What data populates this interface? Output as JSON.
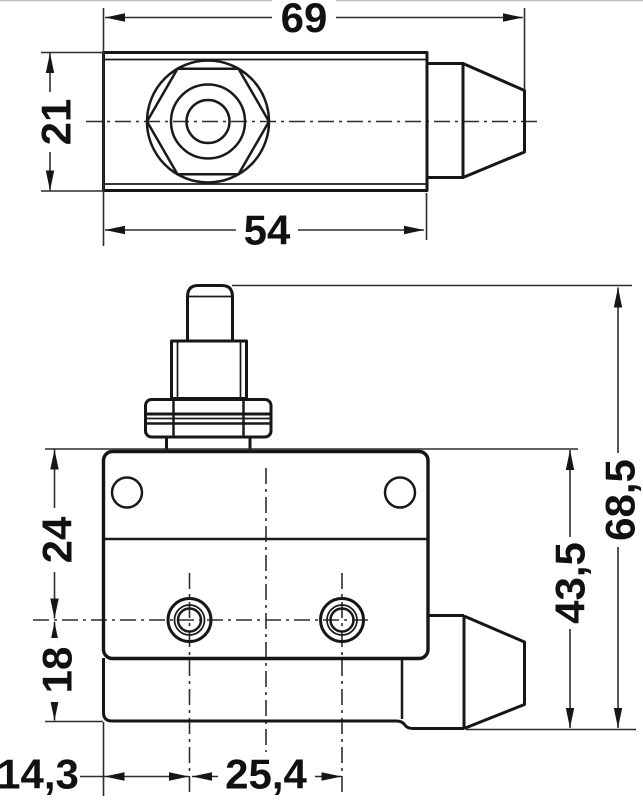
{
  "drawing": {
    "dimensions": {
      "overall_length": "69",
      "body_height": "21",
      "body_length": "54",
      "overall_height": "68,5",
      "case_height": "43,5",
      "top_to_hole_axis": "24",
      "hole_axis_to_bottom": "18",
      "edge_to_hole": "14,3",
      "hole_spacing": "25,4"
    },
    "colors": {
      "line": "#161616",
      "background": "#ffffff"
    }
  }
}
